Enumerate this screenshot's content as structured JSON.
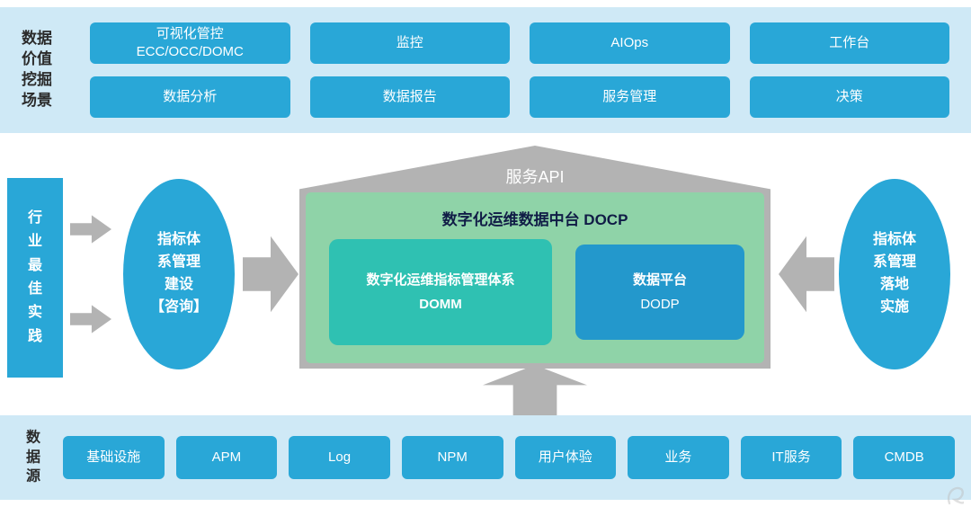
{
  "colors": {
    "band_bg": "#cfe9f6",
    "box_blue": "#29a7d7",
    "green_container": "#8fd3a8",
    "teal_box": "#2fc1b2",
    "inner_blue_box": "#2398cc",
    "arrow_gray": "#b3b3b3",
    "dark_title_text": "#101c46"
  },
  "top_band": {
    "label": "数据\n价值\n挖掘\n场景",
    "row1": [
      "可视化管控\nECC/OCC/DOMC",
      "监控",
      "AIOps",
      "工作台"
    ],
    "row2": [
      "数据分析",
      "数据报告",
      "服务管理",
      "决策"
    ]
  },
  "middle": {
    "left_bar": "行\n业\n最\n佳\n实\n践",
    "left_ellipse": "指标体\n系管理\n建设\n【咨询】",
    "right_ellipse": "指标体\n系管理\n落地\n实施",
    "roof_label": "服务API",
    "platform_title": "数字化运维数据中台 DOCP",
    "domm_title": "数字化运维指标管理体系",
    "domm_sub": "DOMM",
    "dodp_title": "数据平台",
    "dodp_sub": "DODP"
  },
  "bottom_band": {
    "label": "数\n据\n源",
    "items": [
      "基础设施",
      "APM",
      "Log",
      "NPM",
      "用户体验",
      "业务",
      "IT服务",
      "CMDB"
    ]
  }
}
